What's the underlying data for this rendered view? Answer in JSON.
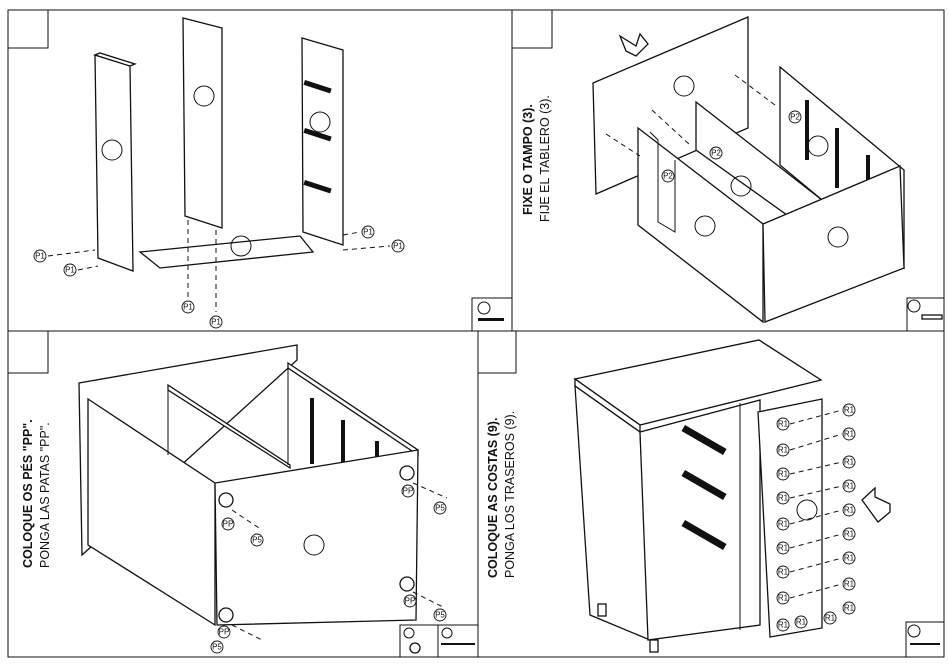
{
  "steps": [
    {
      "part_label": "P1"
    },
    {
      "title": "FIXE O TAMPO (3).",
      "subtitle": "FIJE EL TABLERO (3).",
      "part_label": "P2"
    },
    {
      "title": "COLOQUE OS PÉS \"PP\".",
      "subtitle": "PONGA LAS PATAS \"PP\".",
      "foot_label": "PP",
      "screw_label": "P5"
    },
    {
      "title": "COLOQUE AS COSTAS (9).",
      "subtitle": "PONGA LOS TRASEROS (9).",
      "part_label": "R1"
    }
  ]
}
